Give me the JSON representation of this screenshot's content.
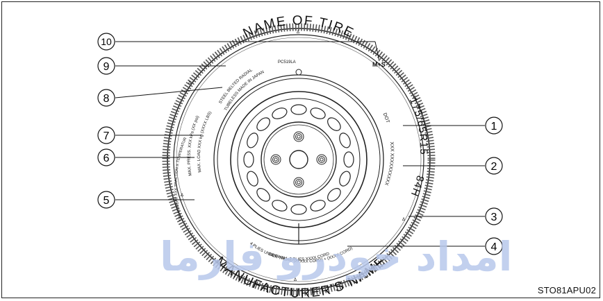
{
  "figure_code": "STO81APU02",
  "watermark": "امداد خودرو فارما",
  "tire_text": {
    "name_of_tire": "NAME OF TIRE",
    "manufacturer": "MANUFACTURER'S NAME",
    "size": "175/65R15",
    "speed_load": "84H",
    "dot": "DOT",
    "dot_code": "XXX XXXXXXXXXX",
    "ms": "M+S",
    "model": "PC519LA",
    "steel_belted_radial": "STEEL BELTED RADIAL",
    "tubeless": "TUBELESS MADE IN JAPAN",
    "max_press": "MAX. PRESS. XXX kPa (XX psi)",
    "max_load": "MAX. LOAD XXX kg (XXXX LBS)",
    "treadwear": "TREADWEAR XXX TRACTION X TEMPERATURE X",
    "plies_tread": "4 PLIES UNDER TREAD (2XXXX CORD) + (XXXX CORD)",
    "plies_sidewall": "SIDEWALL 2 PLIES XXXX CORD"
  },
  "callouts": [
    {
      "n": "1"
    },
    {
      "n": "2"
    },
    {
      "n": "3"
    },
    {
      "n": "4"
    },
    {
      "n": "5"
    },
    {
      "n": "6"
    },
    {
      "n": "7"
    },
    {
      "n": "8"
    },
    {
      "n": "9"
    },
    {
      "n": "10"
    }
  ]
}
